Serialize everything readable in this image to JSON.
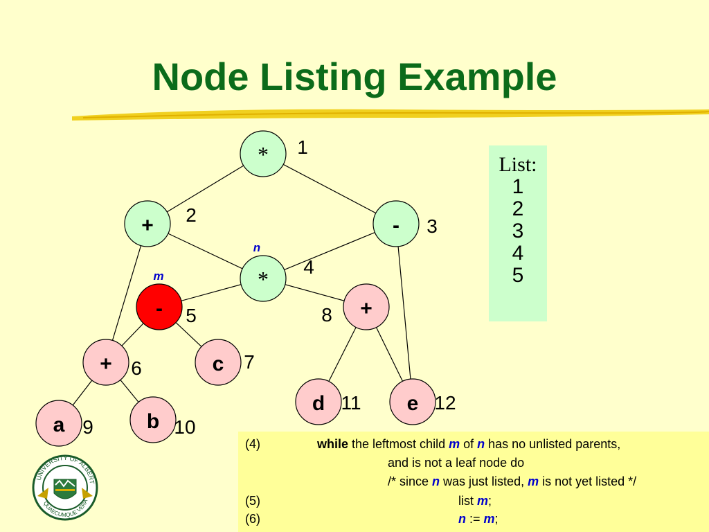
{
  "slide": {
    "title": "Node Listing Example"
  },
  "colors": {
    "title": "#0b6b1a",
    "node_green": "#ccffcc",
    "node_pink": "#ffcccc",
    "node_red": "#ff0000",
    "pointer_label": "#0000cc",
    "background": "#ffffcc",
    "code_bg": "#ffff99"
  },
  "tree": {
    "nodes": [
      {
        "id": "n1",
        "symbol": "*",
        "number": "1",
        "fill": "green"
      },
      {
        "id": "n2",
        "symbol": "+",
        "number": "2",
        "fill": "green"
      },
      {
        "id": "n3",
        "symbol": "-",
        "number": "3",
        "fill": "green"
      },
      {
        "id": "n4",
        "symbol": "*",
        "number": "4",
        "fill": "green"
      },
      {
        "id": "n5",
        "symbol": "-",
        "number": "5",
        "fill": "red"
      },
      {
        "id": "n6",
        "symbol": "+",
        "number": "6",
        "fill": "pink"
      },
      {
        "id": "n7",
        "symbol": "c",
        "number": "7",
        "fill": "pink"
      },
      {
        "id": "n8",
        "symbol": "+",
        "number": "8",
        "fill": "pink"
      },
      {
        "id": "n9",
        "symbol": "a",
        "number": "9",
        "fill": "pink"
      },
      {
        "id": "n10",
        "symbol": "b",
        "number": "10",
        "fill": "pink"
      },
      {
        "id": "n11",
        "symbol": "d",
        "number": "11",
        "fill": "pink"
      },
      {
        "id": "n12",
        "symbol": "e",
        "number": "12",
        "fill": "pink"
      }
    ],
    "edges": [
      [
        "n1",
        "n2"
      ],
      [
        "n1",
        "n3"
      ],
      [
        "n2",
        "n4"
      ],
      [
        "n3",
        "n4"
      ],
      [
        "n2",
        "n6"
      ],
      [
        "n4",
        "n5"
      ],
      [
        "n4",
        "n8"
      ],
      [
        "n5",
        "n6"
      ],
      [
        "n5",
        "n7"
      ],
      [
        "n6",
        "n9"
      ],
      [
        "n6",
        "n10"
      ],
      [
        "n8",
        "n11"
      ],
      [
        "n8",
        "n12"
      ],
      [
        "n3",
        "n12"
      ]
    ],
    "pointers": [
      {
        "label": "n",
        "node": "n4"
      },
      {
        "label": "m",
        "node": "n5"
      }
    ]
  },
  "list": {
    "header": "List:",
    "items": [
      "1",
      "2",
      "3",
      "4",
      "5"
    ]
  },
  "code": {
    "line4_num": "(4)",
    "line4_kw": "while",
    "line4_t1": " the leftmost child ",
    "line4_m": "m",
    "line4_t2": " of ",
    "line4_n": "n",
    "line4_t3": " has no unlisted parents,",
    "line4b": "and is not a leaf node do",
    "c_t1": "/* since ",
    "c_n": "n",
    "c_t2": " was just listed, ",
    "c_m": "m",
    "c_t3": " is not yet listed */",
    "line5_num": "(5)",
    "line5_t1": "list ",
    "line5_m": "m",
    "line5_t2": ";",
    "line6_num": "(6)",
    "line6_n": "n",
    "line6_t1": " := ",
    "line6_m": "m",
    "line6_t2": ";"
  },
  "logo": {
    "text_top": "UNIVERSITY OF ALBERTA",
    "text_bottom": "QUAECUMQUE VERA"
  }
}
